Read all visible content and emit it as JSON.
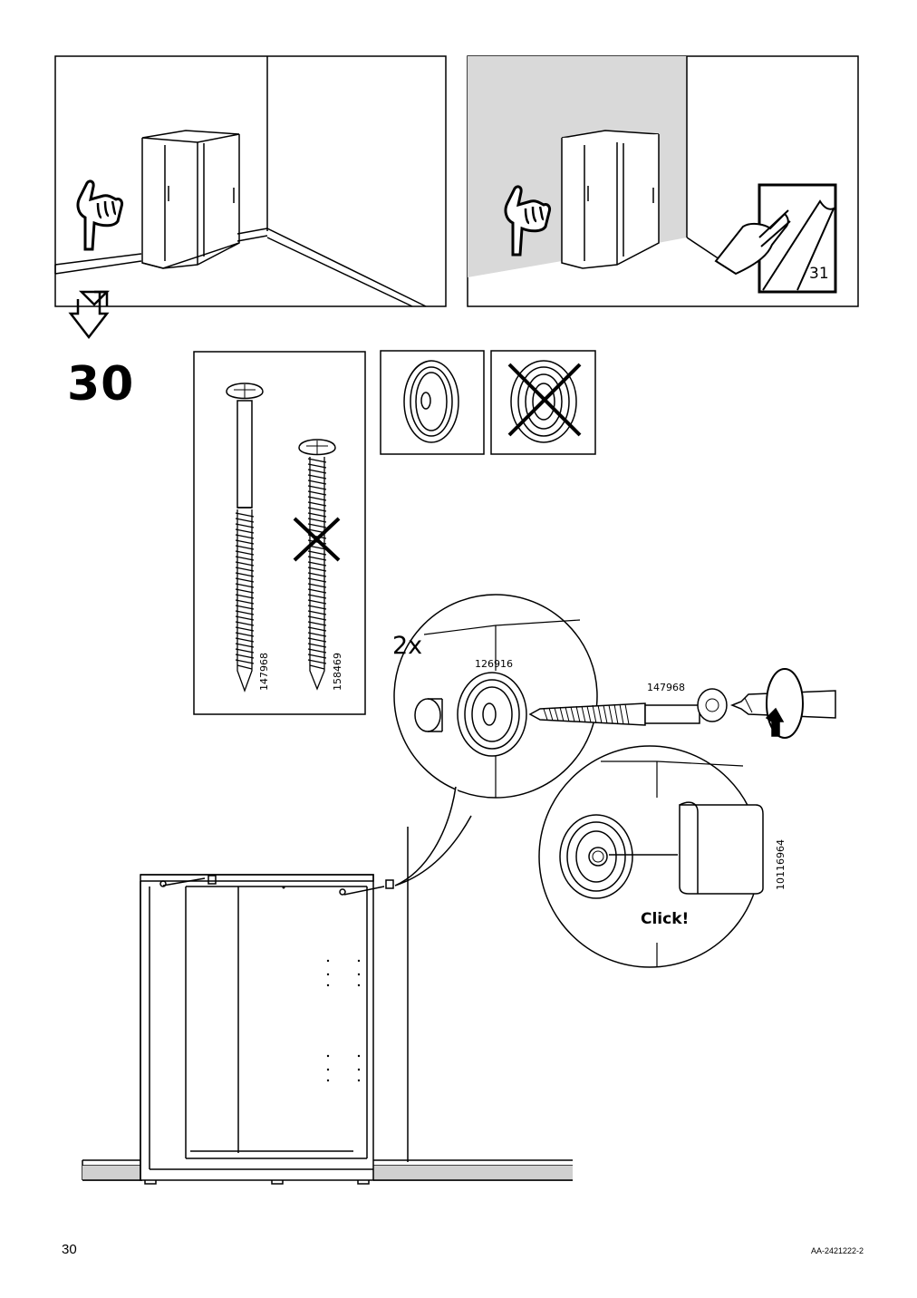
{
  "step_number": "30",
  "page_number": "30",
  "document_id": "AA-2421222-2",
  "quantity": "2x",
  "see_page_ref": "31",
  "click_text": "Click!",
  "parts": {
    "long_screw": "147968",
    "short_screw": "158469",
    "washer": "126916",
    "screw_label": "147968",
    "cap": "10116964"
  },
  "icons": [
    "hand-point-icon",
    "arrow-down-icon",
    "cross-icon",
    "rotate-icon",
    "screwdriver-icon",
    "peel-sticker-icon"
  ]
}
